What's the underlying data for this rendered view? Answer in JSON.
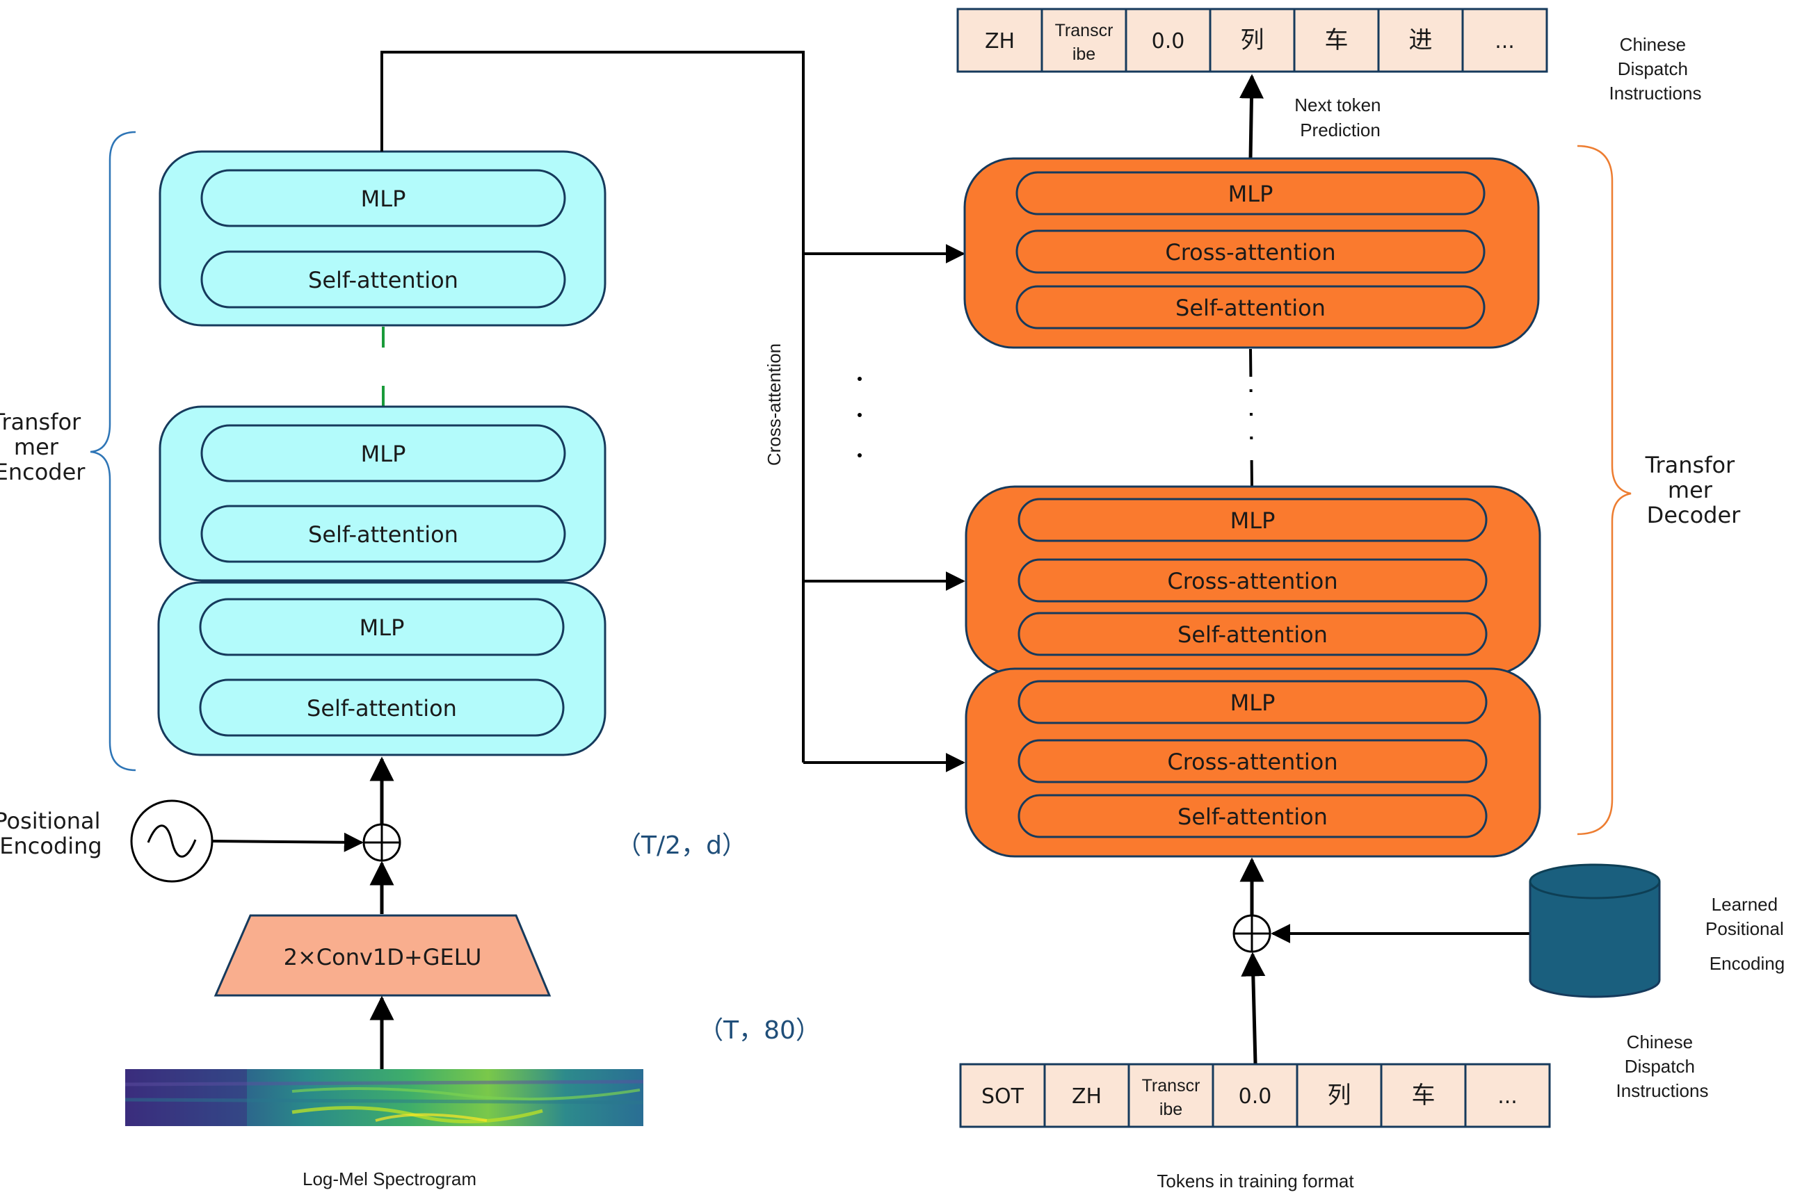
{
  "encoder": {
    "label_line1": "Transfor",
    "label_line2": "mer",
    "label_line3": "Encoder",
    "mlp": "MLP",
    "self_attention": "Self-attention"
  },
  "decoder": {
    "label_line1": "Transfor",
    "label_line2": "mer",
    "label_line3": "Decoder",
    "mlp": "MLP",
    "cross_attention": "Cross-attention",
    "self_attention": "Self-attention"
  },
  "positional_encoding": {
    "line1": "Positional",
    "line2": "Encoding"
  },
  "learned_positional_encoding": {
    "line1": "Learned",
    "line2": "Positional",
    "line3": "Encoding"
  },
  "conv_block": "2×Conv1D+GELU",
  "spectrogram_label": "Log-Mel Spectrogram",
  "dim_input": "（T，80）",
  "dim_encoded": "（T/2，d）",
  "cross_attention_label": "Cross-attention",
  "next_token": {
    "line1": "Next token",
    "line2": "Prediction"
  },
  "output_tokens": [
    "ZH",
    "Transcr|ibe",
    "0.0",
    "列",
    "车",
    "进",
    "..."
  ],
  "output_label": {
    "line1": "Chinese",
    "line2": "Dispatch",
    "line3": "Instructions"
  },
  "input_tokens": [
    "SOT",
    "ZH",
    "Transcr|ibe",
    "0.0",
    "列",
    "车",
    "..."
  ],
  "input_label": {
    "line1": "Chinese",
    "line2": "Dispatch",
    "line3": "Instructions"
  },
  "tokens_caption": "Tokens in training format",
  "colors": {
    "encoder_fill": "#b3fbfb",
    "decoder_fill": "#fa7a2e",
    "conv_fill": "#f9ae8e",
    "token_fill": "#fbe5d6",
    "db_fill": "#1a5f7e",
    "encoder_brace": "#2e75b6",
    "decoder_brace": "#ed7d31",
    "stroke": "#163a5c"
  }
}
